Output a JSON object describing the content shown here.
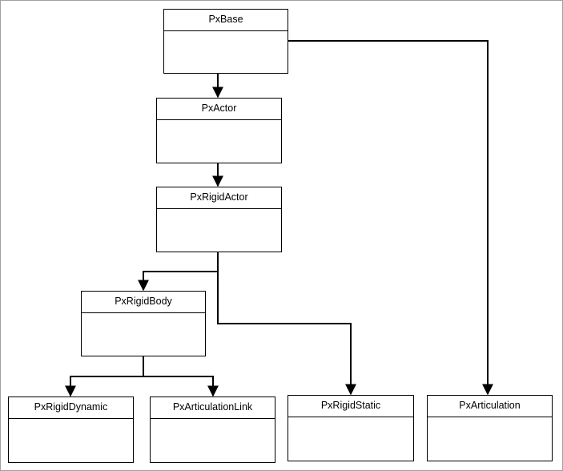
{
  "diagram": {
    "classes": {
      "px_base": "PxBase",
      "px_actor": "PxActor",
      "px_rigid_actor": "PxRigidActor",
      "px_rigid_body": "PxRigidBody",
      "px_rigid_dynamic": "PxRigidDynamic",
      "px_articulation_link": "PxArticulationLink",
      "px_rigid_static": "PxRigidStatic",
      "px_articulation": "PxArticulation"
    },
    "line_color": "#000000",
    "border_color": "#000000"
  }
}
